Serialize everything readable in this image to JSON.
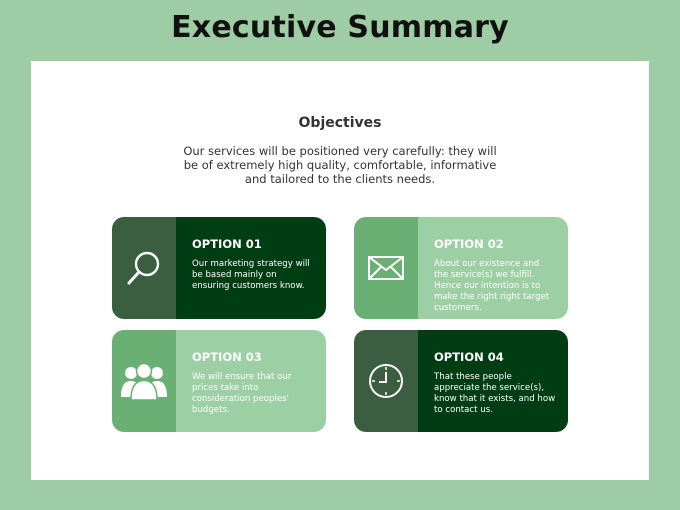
{
  "header": {
    "title": "Executive Summary"
  },
  "objectives": {
    "heading": "Objectives",
    "text": "Our services will be positioned very carefully: they will be of extremely high quality, comfortable, informative and tailored to the clients needs."
  },
  "options": [
    {
      "label": "OPTION 01",
      "text": "Our marketing strategy will be based mainly on ensuring customers know.",
      "icon": "magnifier-icon"
    },
    {
      "label": "OPTION 02",
      "text": "About our existence and the service(s) we fulfill. Hence our intention is to make the right right target customers.",
      "icon": "envelope-icon"
    },
    {
      "label": "OPTION 03",
      "text": "We will ensure that our prices take into consideration peoples' budgets.",
      "icon": "people-group-icon"
    },
    {
      "label": "OPTION 04",
      "text": "That these people appreciate the service(s), know that it exists, and how to contact us.",
      "icon": "clock-icon"
    }
  ],
  "colors": {
    "background": "#9ecda5",
    "dark_icon_box": "#3b5e41",
    "dark_content": "#003d13",
    "light_icon_box": "#6aaf74",
    "light_content": "#9ccfa3"
  }
}
